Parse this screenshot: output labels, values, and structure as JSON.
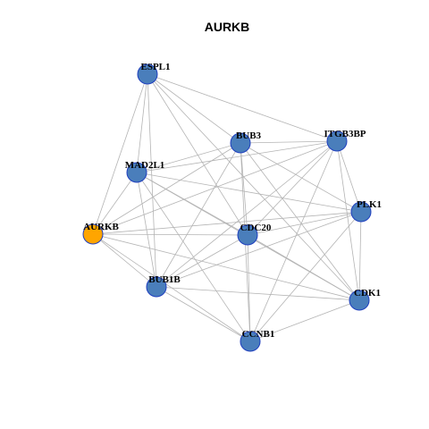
{
  "title": "AURKB",
  "colors": {
    "node_fill": "#4a7ebb",
    "highlight_fill": "#ffa500",
    "node_stroke": "#1f3fbf",
    "edge": "#b4b4b4"
  },
  "nodes": [
    {
      "id": "ESPL1",
      "label": "ESPL1",
      "highlight": false
    },
    {
      "id": "BUB3",
      "label": "BUB3",
      "highlight": false
    },
    {
      "id": "ITGB3BP",
      "label": "ITGB3BP",
      "highlight": false
    },
    {
      "id": "MAD2L1",
      "label": "MAD2L1",
      "highlight": false
    },
    {
      "id": "PLK1",
      "label": "PLK1",
      "highlight": false
    },
    {
      "id": "AURKB",
      "label": "AURKB",
      "highlight": true
    },
    {
      "id": "CDC20",
      "label": "CDC20",
      "highlight": false
    },
    {
      "id": "BUB1B",
      "label": "BUB1B",
      "highlight": false
    },
    {
      "id": "CDK1",
      "label": "CDK1",
      "highlight": false
    },
    {
      "id": "CCNB1",
      "label": "CCNB1",
      "highlight": false
    }
  ],
  "edges": [
    [
      "ESPL1",
      "BUB3"
    ],
    [
      "ESPL1",
      "ITGB3BP"
    ],
    [
      "ESPL1",
      "MAD2L1"
    ],
    [
      "ESPL1",
      "AURKB"
    ],
    [
      "ESPL1",
      "CDC20"
    ],
    [
      "ESPL1",
      "BUB1B"
    ],
    [
      "ESPL1",
      "CDK1"
    ],
    [
      "BUB3",
      "ITGB3BP"
    ],
    [
      "BUB3",
      "MAD2L1"
    ],
    [
      "BUB3",
      "PLK1"
    ],
    [
      "BUB3",
      "AURKB"
    ],
    [
      "BUB3",
      "CDC20"
    ],
    [
      "BUB3",
      "BUB1B"
    ],
    [
      "BUB3",
      "CDK1"
    ],
    [
      "BUB3",
      "CCNB1"
    ],
    [
      "ITGB3BP",
      "MAD2L1"
    ],
    [
      "ITGB3BP",
      "PLK1"
    ],
    [
      "ITGB3BP",
      "AURKB"
    ],
    [
      "ITGB3BP",
      "CDC20"
    ],
    [
      "ITGB3BP",
      "BUB1B"
    ],
    [
      "ITGB3BP",
      "CDK1"
    ],
    [
      "ITGB3BP",
      "CCNB1"
    ],
    [
      "MAD2L1",
      "PLK1"
    ],
    [
      "MAD2L1",
      "AURKB"
    ],
    [
      "MAD2L1",
      "CDC20"
    ],
    [
      "MAD2L1",
      "BUB1B"
    ],
    [
      "MAD2L1",
      "CDK1"
    ],
    [
      "MAD2L1",
      "CCNB1"
    ],
    [
      "PLK1",
      "AURKB"
    ],
    [
      "PLK1",
      "CDC20"
    ],
    [
      "PLK1",
      "BUB1B"
    ],
    [
      "PLK1",
      "CDK1"
    ],
    [
      "PLK1",
      "CCNB1"
    ],
    [
      "AURKB",
      "CDC20"
    ],
    [
      "AURKB",
      "BUB1B"
    ],
    [
      "AURKB",
      "CDK1"
    ],
    [
      "AURKB",
      "CCNB1"
    ],
    [
      "CDC20",
      "BUB1B"
    ],
    [
      "CDC20",
      "CDK1"
    ],
    [
      "CDC20",
      "CCNB1"
    ],
    [
      "BUB1B",
      "CDK1"
    ],
    [
      "BUB1B",
      "CCNB1"
    ],
    [
      "CDK1",
      "CCNB1"
    ]
  ]
}
